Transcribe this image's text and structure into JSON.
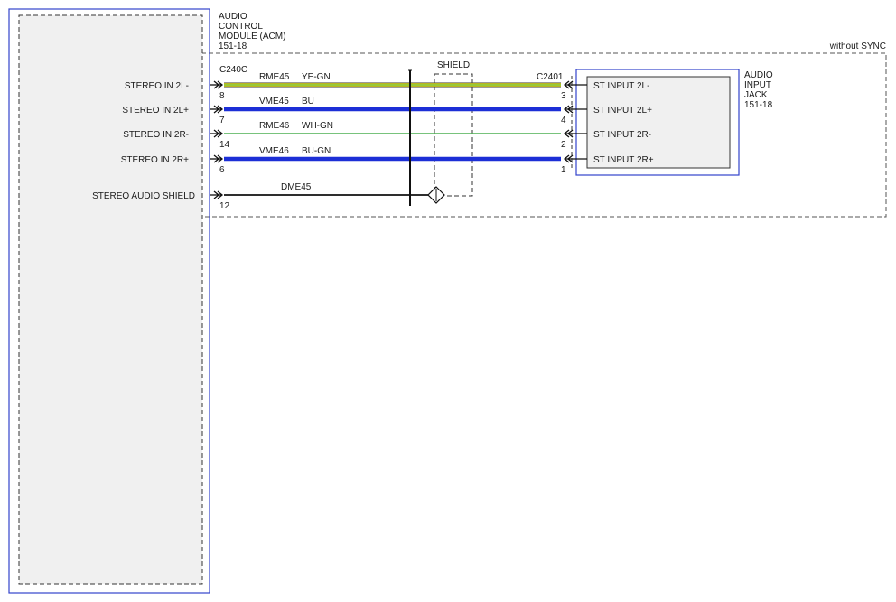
{
  "modules": {
    "acm": {
      "name_lines": [
        "AUDIO",
        "CONTROL",
        "MODULE (ACM)",
        "151-18"
      ],
      "border_color": "#3344cc",
      "fill_color": "#f0f0f0"
    },
    "jack": {
      "name_lines": [
        "AUDIO",
        "INPUT",
        "JACK",
        "151-18"
      ],
      "border_color": "#3344cc",
      "fill_color": "#f0f0f0"
    }
  },
  "option_label": "without SYNC",
  "shield_label": "SHIELD",
  "connectors": {
    "acm": "C240C",
    "jack": "C2401"
  },
  "circuits": [
    {
      "acm_pin_label": "STEREO IN 2L-",
      "acm_pin": "8",
      "circuit": "RME45",
      "color_code": "YE-GN",
      "jack_pin": "3",
      "jack_pin_label": "ST INPUT 2L-",
      "wire_color": "#e6e01a",
      "stripe_color": "#4caf50"
    },
    {
      "acm_pin_label": "STEREO IN 2L+",
      "acm_pin": "7",
      "circuit": "VME45",
      "color_code": "BU",
      "jack_pin": "4",
      "jack_pin_label": "ST INPUT 2L+",
      "wire_color": "#1c2fd6",
      "stripe_color": ""
    },
    {
      "acm_pin_label": "STEREO IN 2R-",
      "acm_pin": "14",
      "circuit": "RME46",
      "color_code": "WH-GN",
      "jack_pin": "2",
      "jack_pin_label": "ST INPUT 2R-",
      "wire_color": "#ffffff",
      "stripe_color": "#4caf50"
    },
    {
      "acm_pin_label": "STEREO IN 2R+",
      "acm_pin": "6",
      "circuit": "VME46",
      "color_code": "BU-GN",
      "jack_pin": "1",
      "jack_pin_label": "ST INPUT 2R+",
      "wire_color": "#1c2fd6",
      "stripe_color": "#4caf50"
    }
  ],
  "shield_circuit": {
    "acm_pin_label": "STEREO AUDIO SHIELD",
    "acm_pin": "12",
    "circuit": "DME45"
  }
}
